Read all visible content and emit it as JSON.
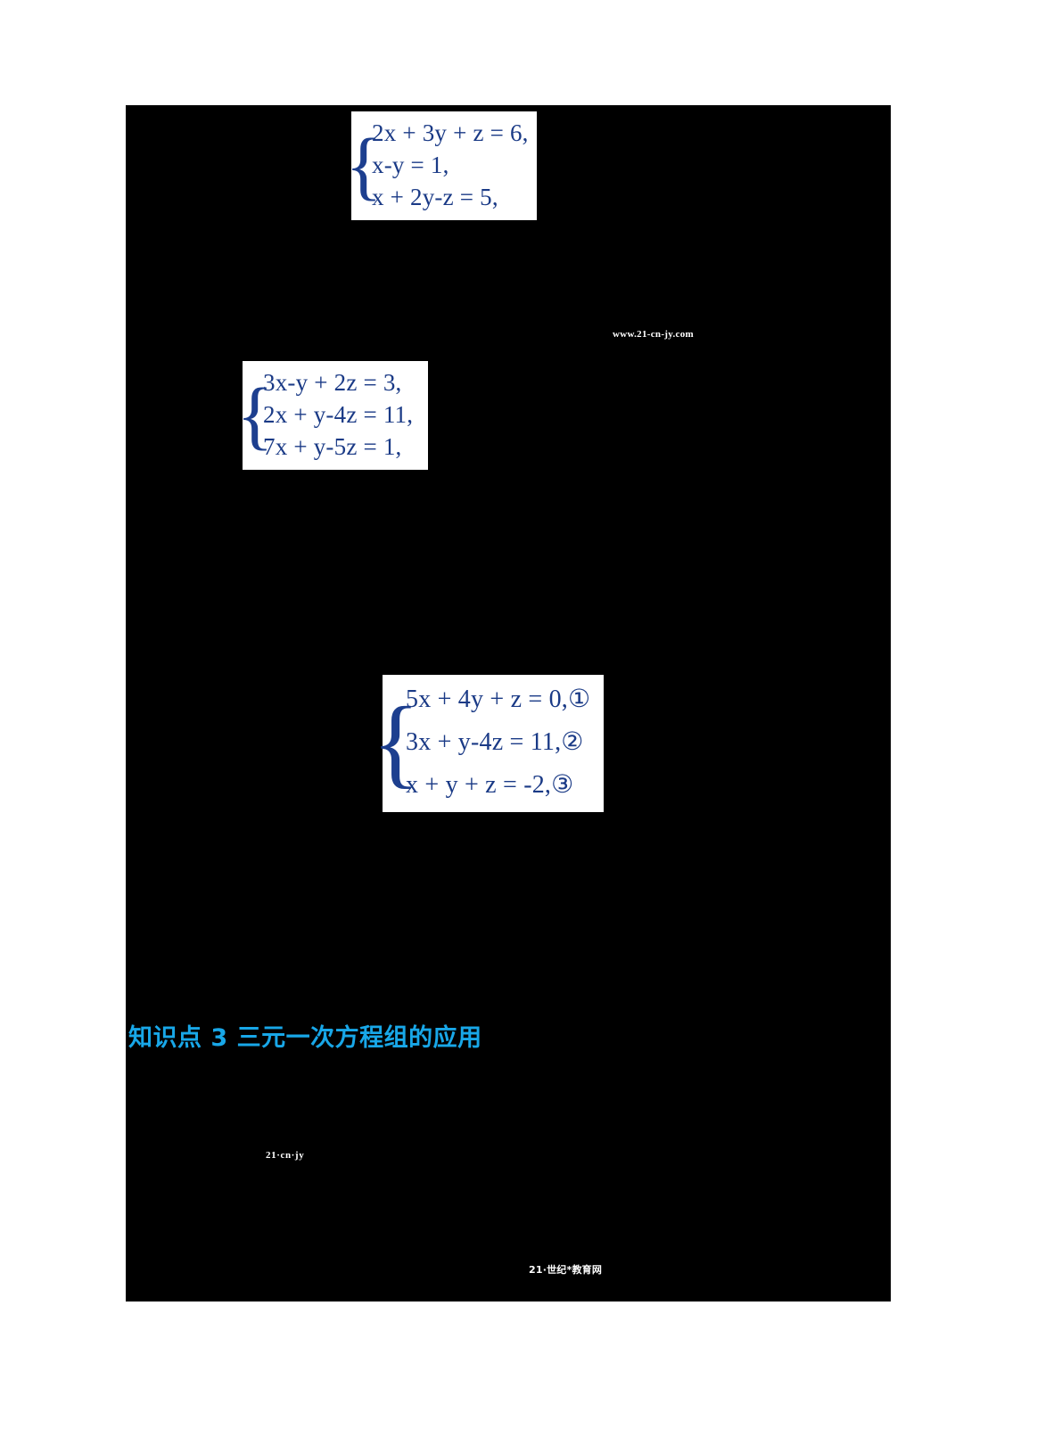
{
  "document": {
    "background_color": "#000000",
    "page_background": "#ffffff",
    "math_color": "#1a3a86",
    "heading_color": "#18a7e8",
    "watermark_color": "#ffffff"
  },
  "equation_blocks": [
    {
      "id": "eq-block-1",
      "brace": "{",
      "lines": [
        "2x + 3y + z = 6,",
        "x-y = 1,",
        "x + 2y-z = 5,"
      ]
    },
    {
      "id": "eq-block-2",
      "brace": "{",
      "lines": [
        "3x-y + 2z = 3,",
        "2x + y-4z = 11,",
        "7x + y-5z = 1,"
      ]
    },
    {
      "id": "eq-block-3",
      "brace": "{",
      "lines": [
        "5x + 4y + z = 0,①",
        "3x + y-4z = 11,②",
        "x + y + z = -2,③"
      ]
    }
  ],
  "heading": {
    "text": "知识点 3 三元一次方程组的应用"
  },
  "watermarks": {
    "url": "www.21-cn-jy.com",
    "short": "21·cn·jy",
    "footer": "21·世纪*教育网"
  }
}
